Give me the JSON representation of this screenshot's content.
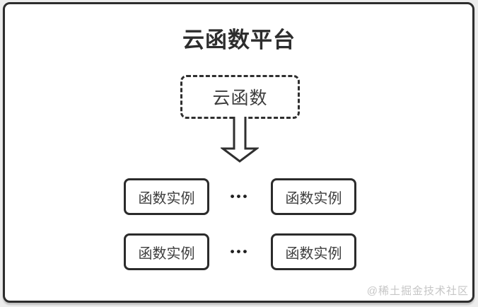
{
  "page": {
    "watermark": "@稀土掘金技术社区"
  },
  "diagram": {
    "title": "云函数平台",
    "cloud_function": {
      "label": "云函数"
    },
    "arrow_icon": "down-block-arrow",
    "ellipsis": "•••",
    "instances": [
      {
        "label": "函数实例"
      },
      {
        "label": "函数实例"
      },
      {
        "label": "函数实例"
      },
      {
        "label": "函数实例"
      }
    ],
    "colors": {
      "line": "#2d2d2d",
      "text": "#3d3d3d",
      "watermark": "#c6c6c6",
      "background": "#ffffff"
    }
  }
}
